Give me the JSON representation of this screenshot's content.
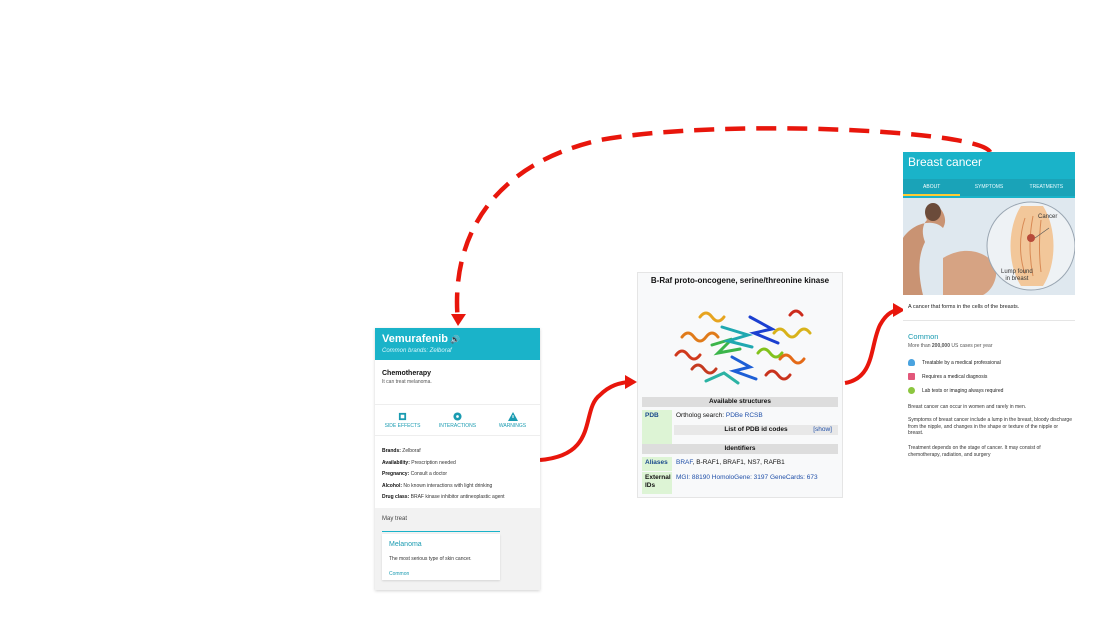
{
  "drug": {
    "name": "Vemurafenib",
    "brands_line": "Common brands: Zelboraf",
    "drug_class_title": "Chemotherapy",
    "drug_class_desc": "It can treat melanoma.",
    "actions": [
      "SIDE EFFECTS",
      "INTERACTIONS",
      "WARNINGS"
    ],
    "facts": [
      {
        "key": "Brands:",
        "value": "Zelboraf"
      },
      {
        "key": "Availability:",
        "value": "Prescription needed"
      },
      {
        "key": "Pregnancy:",
        "value": "Consult a doctor"
      },
      {
        "key": "Alcohol:",
        "value": "No known interactions with light drinking"
      },
      {
        "key": "Drug class:",
        "value": "BRAF kinase inhibitor antineoplastic agent"
      }
    ],
    "may_treat_title": "May treat",
    "condition_name": "Melanoma",
    "condition_desc": "The most serious type of skin cancer.",
    "condition_freq": "Common"
  },
  "gene": {
    "title": "B-Raf proto-oncogene, serine/threonine kinase",
    "available_structures": "Available structures",
    "pdb_label": "PDB",
    "ortholog_prefix": "Ortholog search: ",
    "ortholog_links": "PDBe RCSB",
    "pdb_list": "List of PDB id codes",
    "show": "[show]",
    "identifiers": "Identifiers",
    "aliases_label": "Aliases",
    "aliases_link": "BRAF",
    "aliases_rest": ", B-RAF1, BRAF1, NS7, RAFB1",
    "external_label": "External IDs",
    "external_value": "MGI: 88190 HomoloGene: 3197 GeneCards: 673"
  },
  "disease": {
    "name": "Breast cancer",
    "tabs": [
      "ABOUT",
      "SYMPTOMS",
      "TREATMENTS"
    ],
    "illus_cancer": "Cancer",
    "illus_lump_1": "Lump found",
    "illus_lump_2": "in breast",
    "description": "A cancer that forms in the cells of the breasts.",
    "common_title": "Common",
    "cases_prefix": "More than ",
    "cases_bold": "200,000",
    "cases_suffix": " US cases per year",
    "features": [
      "Treatable by a medical professional",
      "Requires a medical diagnosis",
      "Lab tests or imaging always required"
    ],
    "paragraphs": [
      "Breast cancer can occur in women and rarely in men.",
      "Symptoms of breast cancer include a lump in the breast, bloody discharge from the nipple, and changes in the shape or texture of the nipple or breast.",
      "Treatment depends on the stage of cancer. It may consist of chemotherapy, radiation, and surgery"
    ]
  },
  "colors": {
    "teal": "#1ab3c9",
    "arrow_red": "#e8160c",
    "pdb_green": "#ddf4d5",
    "link_blue": "#1f4fa8"
  }
}
